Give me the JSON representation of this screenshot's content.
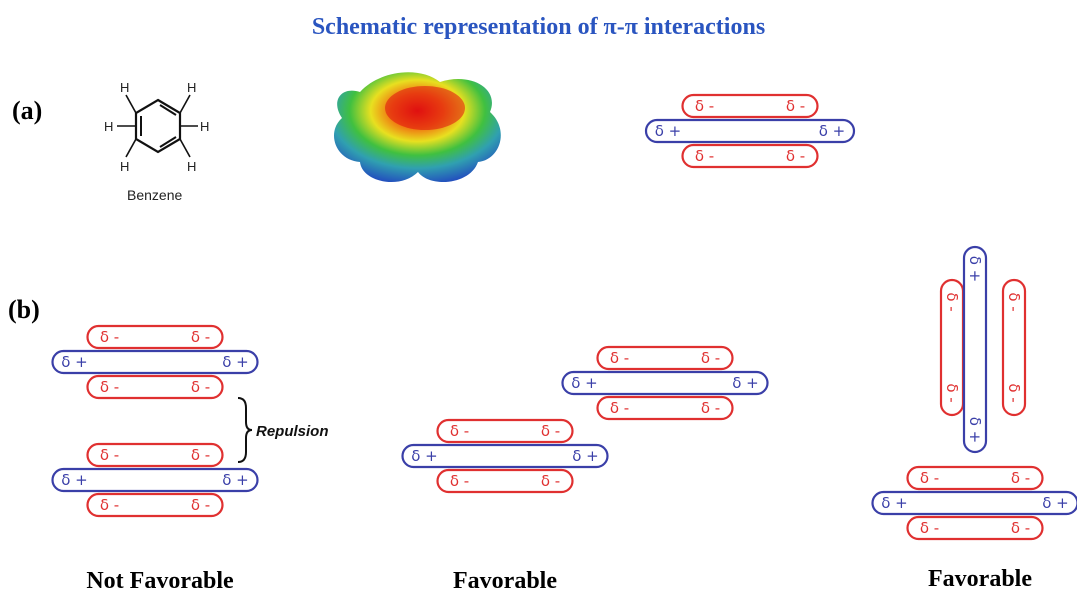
{
  "title": "Schematic representation of π-π interactions",
  "panel_a": {
    "label": "(a)",
    "molecule_name": "Benzene",
    "atom_label": "H",
    "charges": {
      "neg": "δ -",
      "pos": "δ +"
    }
  },
  "panel_b": {
    "label": "(b)",
    "repulsion_label": "Repulsion",
    "captions": [
      "Not Favorable",
      "Favorable",
      "Favorable"
    ]
  },
  "colors": {
    "negative": "#e03030",
    "positive": "#3a3fa8",
    "title": "#2a55c0"
  }
}
